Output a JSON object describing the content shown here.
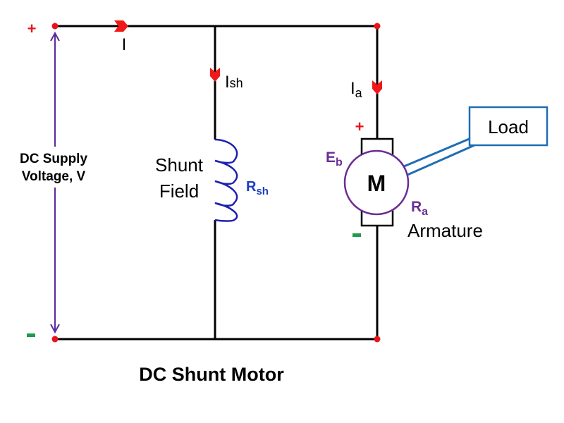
{
  "title": "DC Shunt Motor",
  "supply": {
    "label_line1": "DC Supply",
    "label_line2": "Voltage, V",
    "plus": "+",
    "minus": "-"
  },
  "currents": {
    "line": "I",
    "shunt_main": "I",
    "shunt_sub": "sh",
    "armature_main": "I",
    "armature_sub": "a"
  },
  "shunt_field": {
    "label_line1": "Shunt",
    "label_line2": "Field",
    "resistance_main": "R",
    "resistance_sub": "sh"
  },
  "motor": {
    "symbol": "M",
    "back_emf_main": "E",
    "back_emf_sub": "b",
    "resistance_main": "R",
    "resistance_sub": "a",
    "armature_label": "Armature",
    "plus": "+",
    "minus": "-"
  },
  "load": {
    "label": "Load"
  },
  "colors": {
    "wire": "#000000",
    "node": "#e8141c",
    "arrow": "#f01818",
    "plus": "#e8141c",
    "minus": "#1e9a4c",
    "voltage_arrow": "#5a2a9a",
    "coil": "#1c20b0",
    "rsh_text": "#1c3cc0",
    "motor_purple": "#6a2d96",
    "load_blue": "#1f6db4"
  }
}
